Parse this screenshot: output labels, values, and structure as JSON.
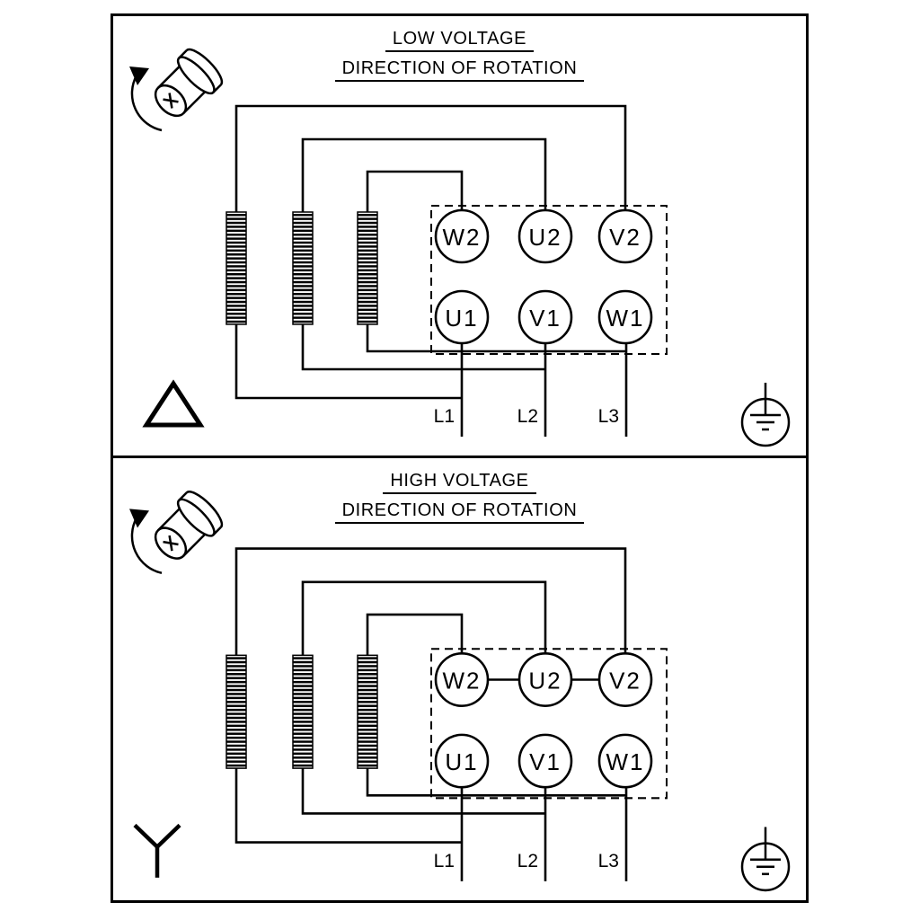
{
  "page": {
    "background": "#ffffff",
    "line_color": "#000000"
  },
  "panels": [
    {
      "title": "LOW VOLTAGE",
      "subtitle": "DIRECTION OF ROTATION",
      "connection": "delta",
      "terminals": {
        "top_row": [
          "W2",
          "U2",
          "V2"
        ],
        "bottom_row": [
          "U1",
          "V1",
          "W1"
        ]
      },
      "line_labels": [
        "L1",
        "L2",
        "L3"
      ],
      "icons": [
        "motor-shaft-rotation-icon",
        "delta-symbol",
        "earth-ground-icon"
      ]
    },
    {
      "title": "HIGH VOLTAGE",
      "subtitle": "DIRECTION OF ROTATION",
      "connection": "star",
      "terminals": {
        "top_row": [
          "W2",
          "U2",
          "V2"
        ],
        "bottom_row": [
          "U1",
          "V1",
          "W1"
        ]
      },
      "line_labels": [
        "L1",
        "L2",
        "L3"
      ],
      "icons": [
        "motor-shaft-rotation-icon",
        "star-symbol",
        "earth-ground-icon"
      ]
    }
  ]
}
